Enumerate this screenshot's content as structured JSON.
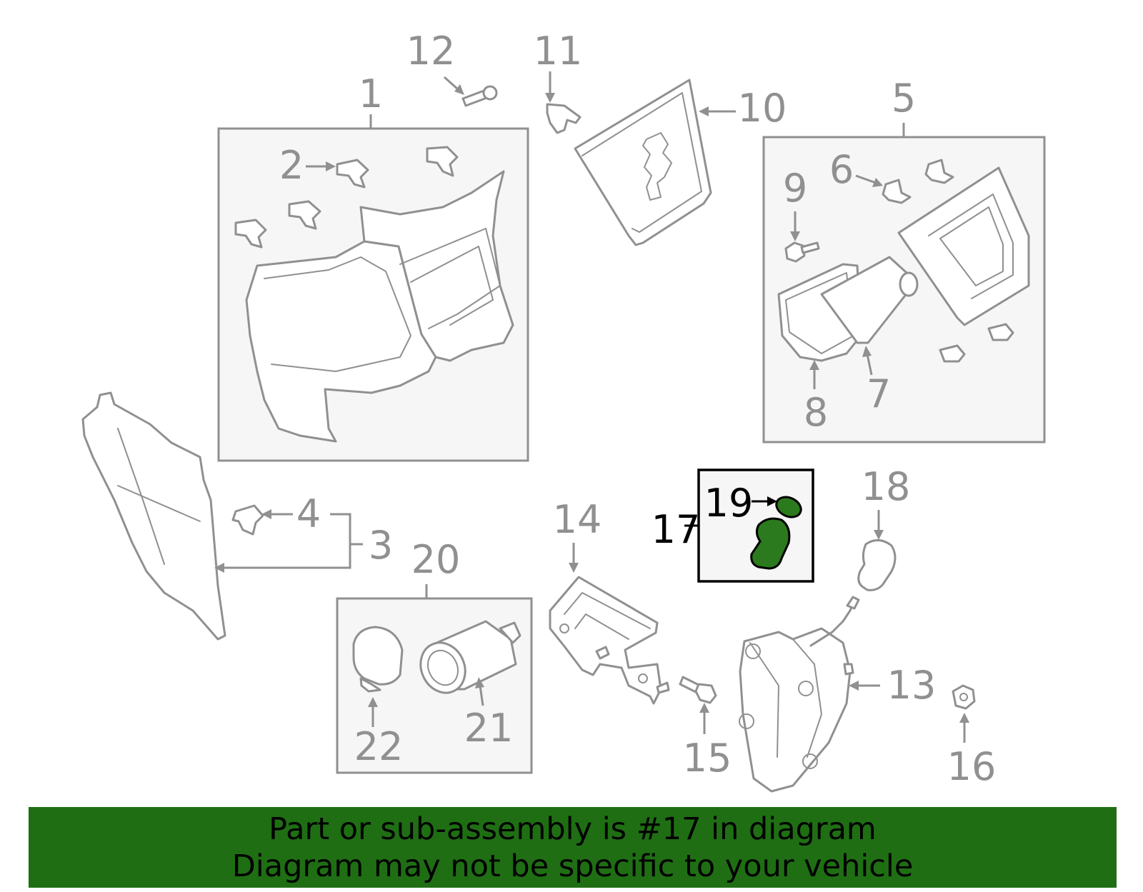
{
  "callouts": {
    "c1": "1",
    "c2": "2",
    "c3": "3",
    "c4": "4",
    "c5": "5",
    "c6": "6",
    "c7": "7",
    "c8": "8",
    "c9": "9",
    "c10": "10",
    "c11": "11",
    "c12": "12",
    "c13": "13",
    "c14": "14",
    "c15": "15",
    "c16": "16",
    "c17": "17",
    "c18": "18",
    "c19": "19",
    "c20": "20",
    "c21": "21",
    "c22": "22"
  },
  "banner": {
    "line1": "Part or sub-assembly is #17 in diagram",
    "line2": "Diagram may not be specific to your vehicle"
  },
  "colors": {
    "highlight": "#2b7a1d",
    "banner": "#1f6e14",
    "line": "#909090"
  }
}
